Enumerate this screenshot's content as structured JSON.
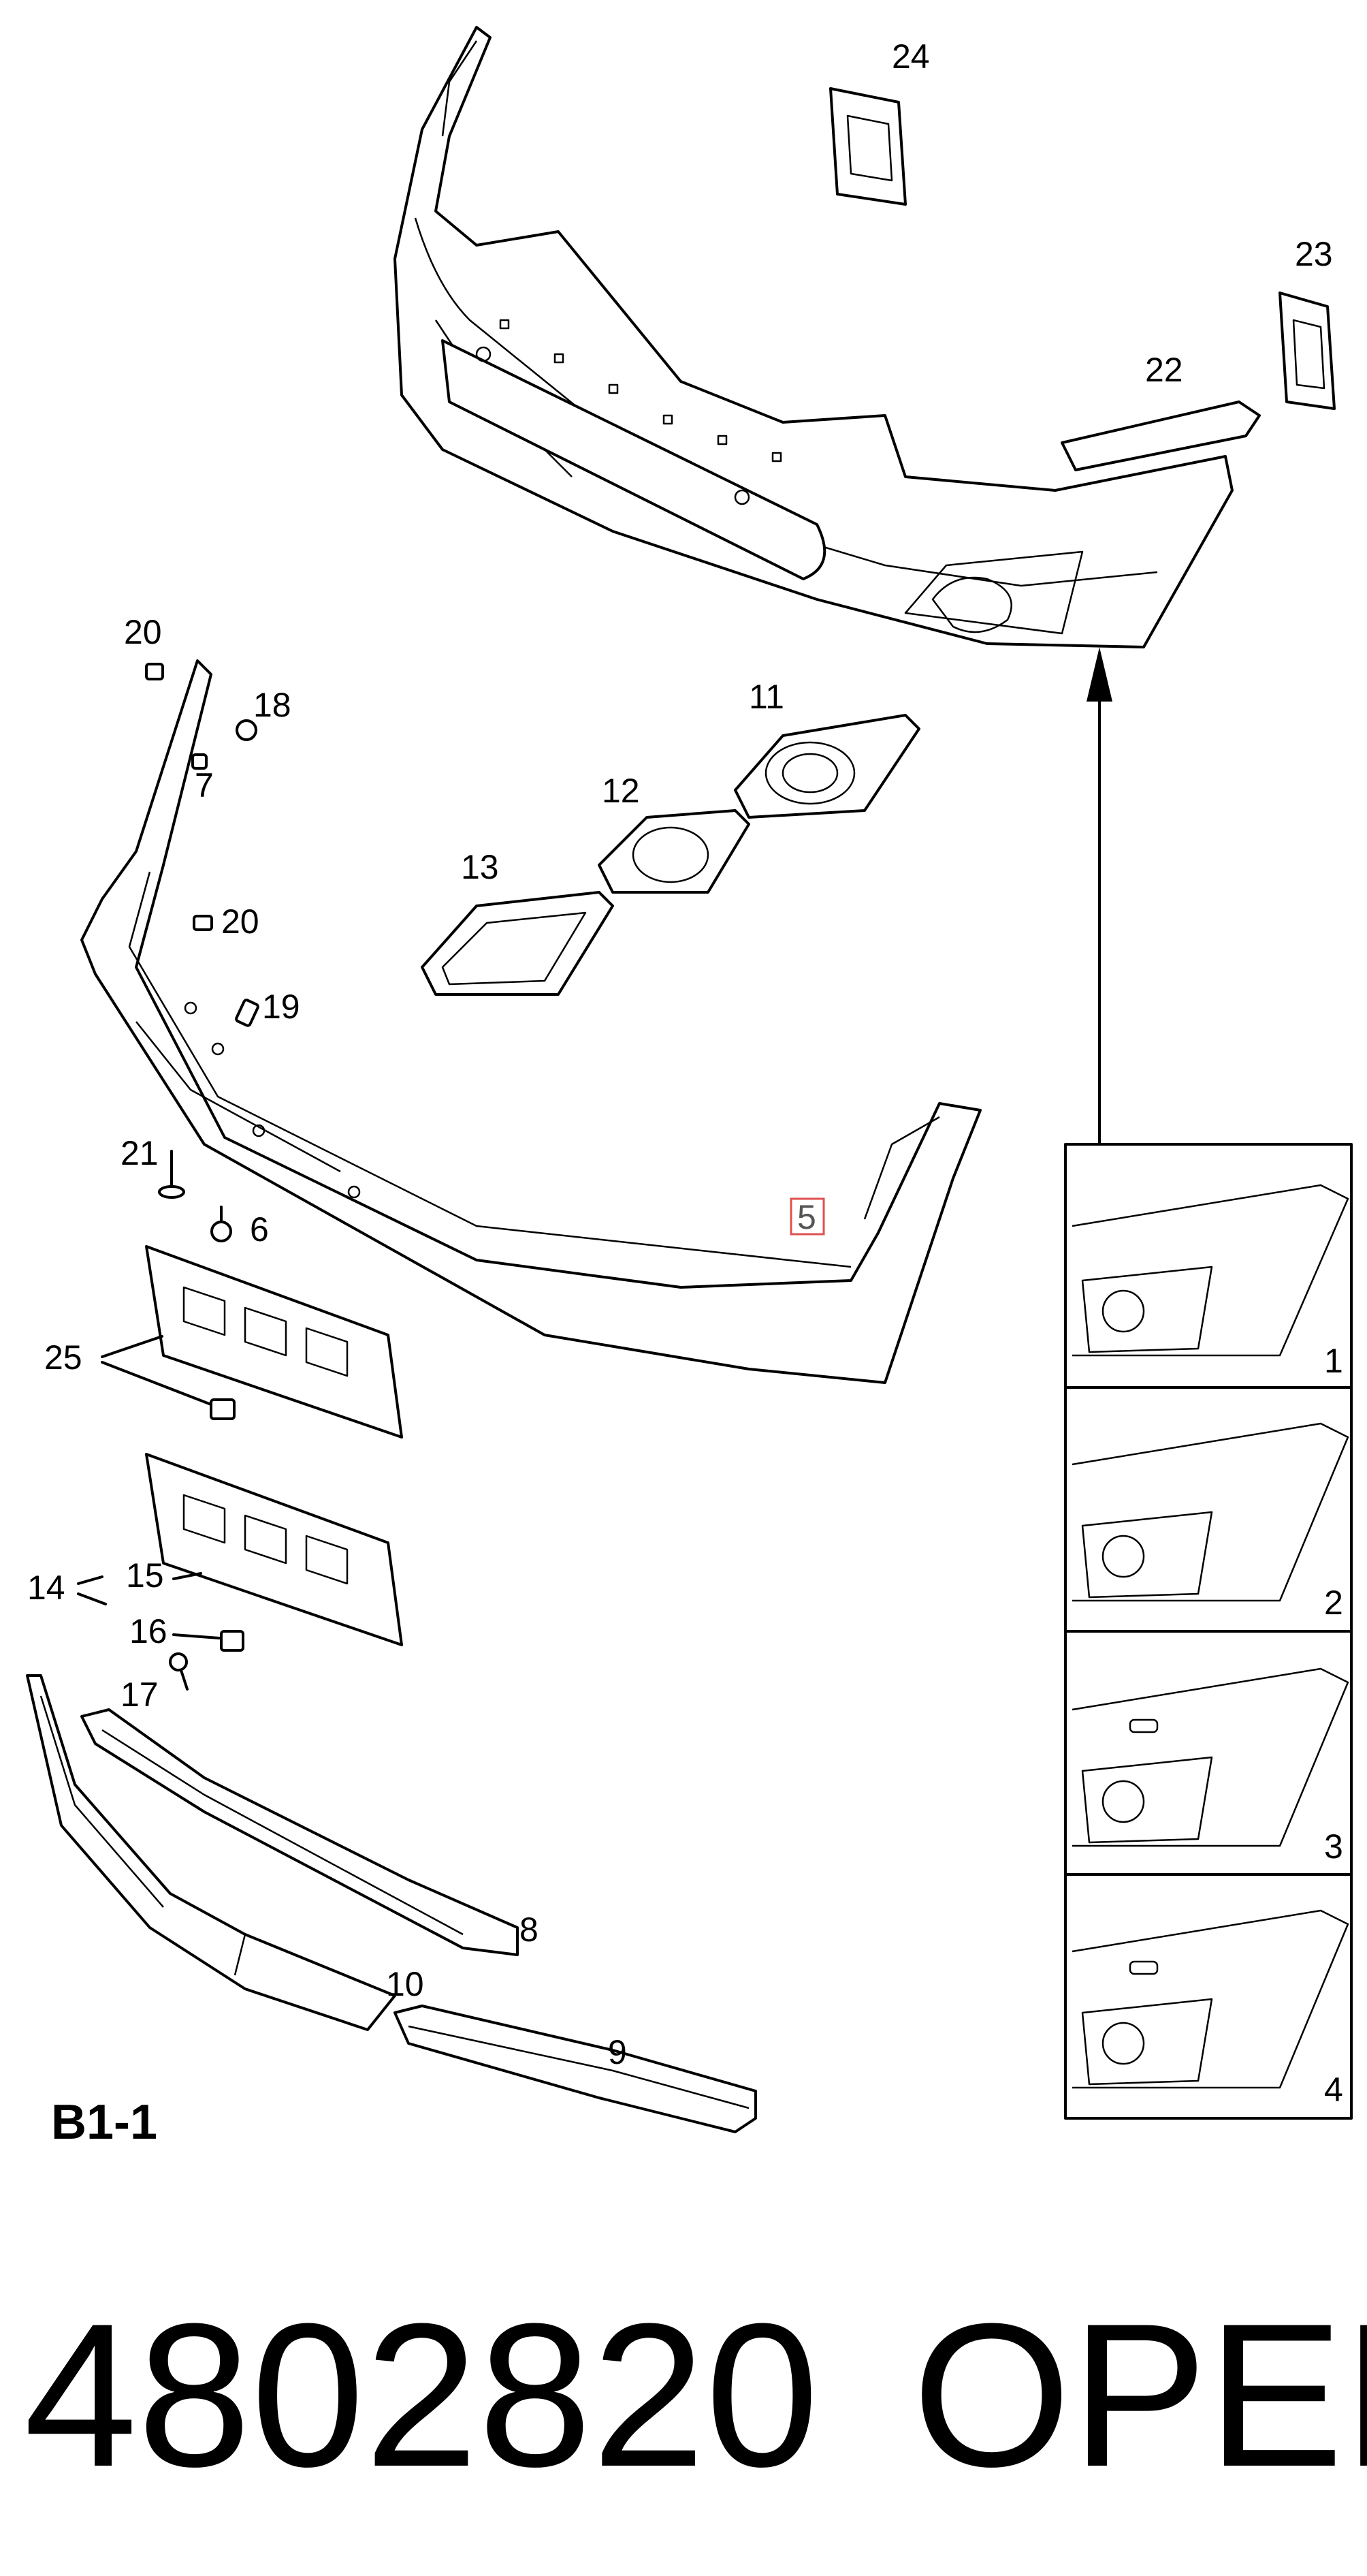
{
  "diagram": {
    "section_code": "B1-1",
    "part_number": "4802820",
    "brand": "OPEL",
    "callouts": {
      "c1": "1",
      "c2": "2",
      "c3": "3",
      "c4": "4",
      "c5": "5",
      "c6": "6",
      "c7": "7",
      "c8": "8",
      "c9": "9",
      "c10": "10",
      "c11": "11",
      "c12": "12",
      "c13": "13",
      "c14": "14",
      "c15": "15",
      "c16": "16",
      "c17": "17",
      "c18": "18",
      "c19": "19",
      "c20a": "20",
      "c20b": "20",
      "c21": "21",
      "c22": "22",
      "c23": "23",
      "c24": "24",
      "c25": "25"
    }
  }
}
